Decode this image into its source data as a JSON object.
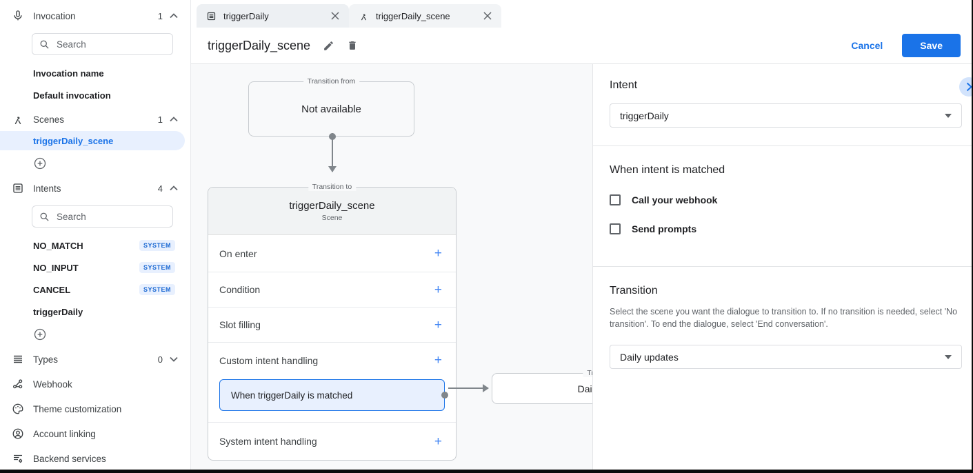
{
  "colors": {
    "accent": "#1a73e8",
    "selected_bg": "#e8f0fe",
    "badge_text": "#1967d2",
    "canvas_bg": "#f8f9fa"
  },
  "sidebar": {
    "invocation": {
      "label": "Invocation",
      "count": "1",
      "search_placeholder": "Search",
      "items": [
        {
          "label": "Invocation name"
        },
        {
          "label": "Default invocation"
        }
      ]
    },
    "scenes": {
      "label": "Scenes",
      "count": "1",
      "items": [
        {
          "label": "triggerDaily_scene",
          "selected": true
        }
      ]
    },
    "intents": {
      "label": "Intents",
      "count": "4",
      "search_placeholder": "Search",
      "items": [
        {
          "label": "NO_MATCH",
          "badge": "SYSTEM"
        },
        {
          "label": "NO_INPUT",
          "badge": "SYSTEM"
        },
        {
          "label": "CANCEL",
          "badge": "SYSTEM"
        },
        {
          "label": "triggerDaily"
        }
      ]
    },
    "footer": [
      {
        "label": "Types",
        "count": "0"
      },
      {
        "label": "Webhook"
      },
      {
        "label": "Theme customization"
      },
      {
        "label": "Account linking"
      },
      {
        "label": "Backend services"
      }
    ]
  },
  "tabs": [
    {
      "label": "triggerDaily",
      "icon": "intent-icon"
    },
    {
      "label": "triggerDaily_scene",
      "icon": "scene-icon",
      "active": true
    }
  ],
  "header": {
    "title": "triggerDaily_scene",
    "cancel_label": "Cancel",
    "save_label": "Save"
  },
  "canvas": {
    "transition_from": {
      "legend": "Transition from",
      "value": "Not available"
    },
    "scene_card": {
      "legend": "Transition to",
      "title": "triggerDaily_scene",
      "subtitle": "Scene",
      "rows": [
        "On enter",
        "Condition",
        "Slot filling",
        "Custom intent handling",
        "System intent handling"
      ],
      "custom_intent_item": "When triggerDaily is matched"
    },
    "target_card": {
      "legend": "Transition to",
      "title": "Daily updates"
    }
  },
  "panel": {
    "intent": {
      "heading": "Intent",
      "value": "triggerDaily"
    },
    "when_matched": {
      "heading": "When intent is matched",
      "checkboxes": [
        {
          "label": "Call your webhook",
          "checked": false
        },
        {
          "label": "Send prompts",
          "checked": false
        }
      ]
    },
    "transition": {
      "heading": "Transition",
      "description": "Select the scene you want the dialogue to transition to. If no transition is needed, select 'No transition'. To end the dialogue, select 'End conversation'.",
      "value": "Daily updates"
    }
  }
}
